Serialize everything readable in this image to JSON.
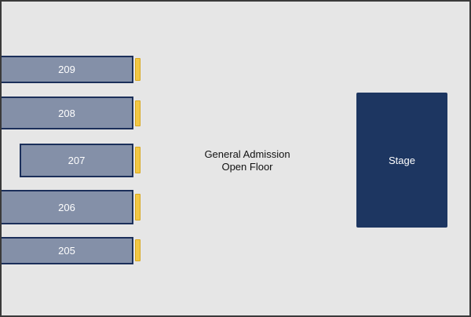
{
  "map": {
    "floor": {
      "line1": "General Admission",
      "line2": "Open Floor"
    },
    "stage": {
      "label": "Stage",
      "color": "#1d3661"
    },
    "sections": [
      {
        "id": "209",
        "label": "209"
      },
      {
        "id": "208",
        "label": "208"
      },
      {
        "id": "207",
        "label": "207"
      },
      {
        "id": "206",
        "label": "206"
      },
      {
        "id": "205",
        "label": "205"
      }
    ],
    "colors": {
      "section_fill": "#8490a8",
      "section_border": "#1b2f5a",
      "floor": "#e6e6e6",
      "railing": "#f2c744"
    }
  }
}
